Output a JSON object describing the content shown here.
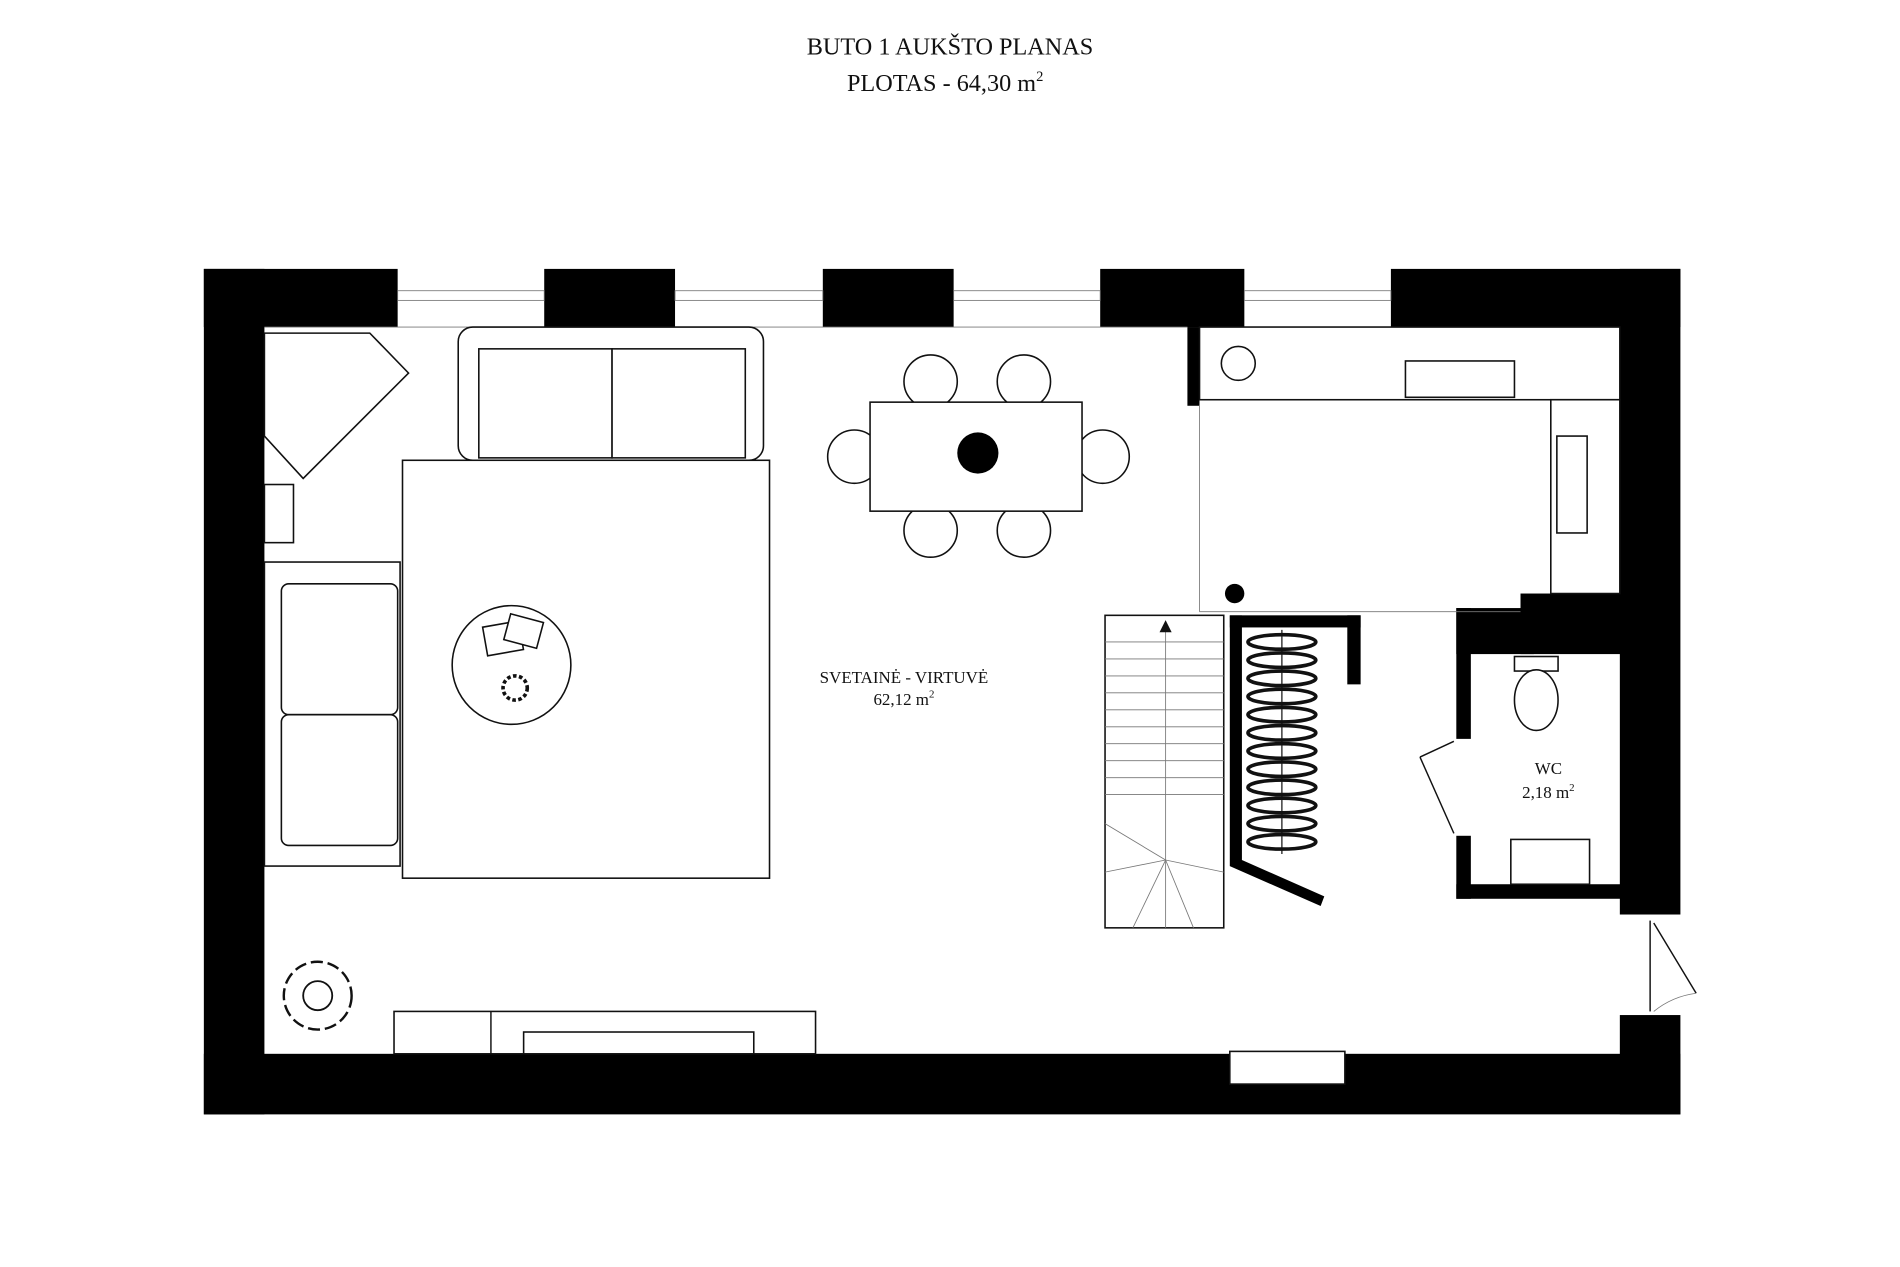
{
  "title": {
    "line1": "BUTO 1 AUKŠTO PLANAS",
    "line2": "PLOTAS - 64,30 m",
    "line2_sup": "2"
  },
  "rooms": [
    {
      "name": "SVETAINĖ - VIRTUVĖ",
      "area": "62,12 m",
      "area_sup": "2"
    },
    {
      "name": "WC",
      "area": "2,18 m",
      "area_sup": "2"
    }
  ],
  "colors": {
    "wall": "#000000",
    "line": "#111111",
    "background": "#ffffff"
  }
}
